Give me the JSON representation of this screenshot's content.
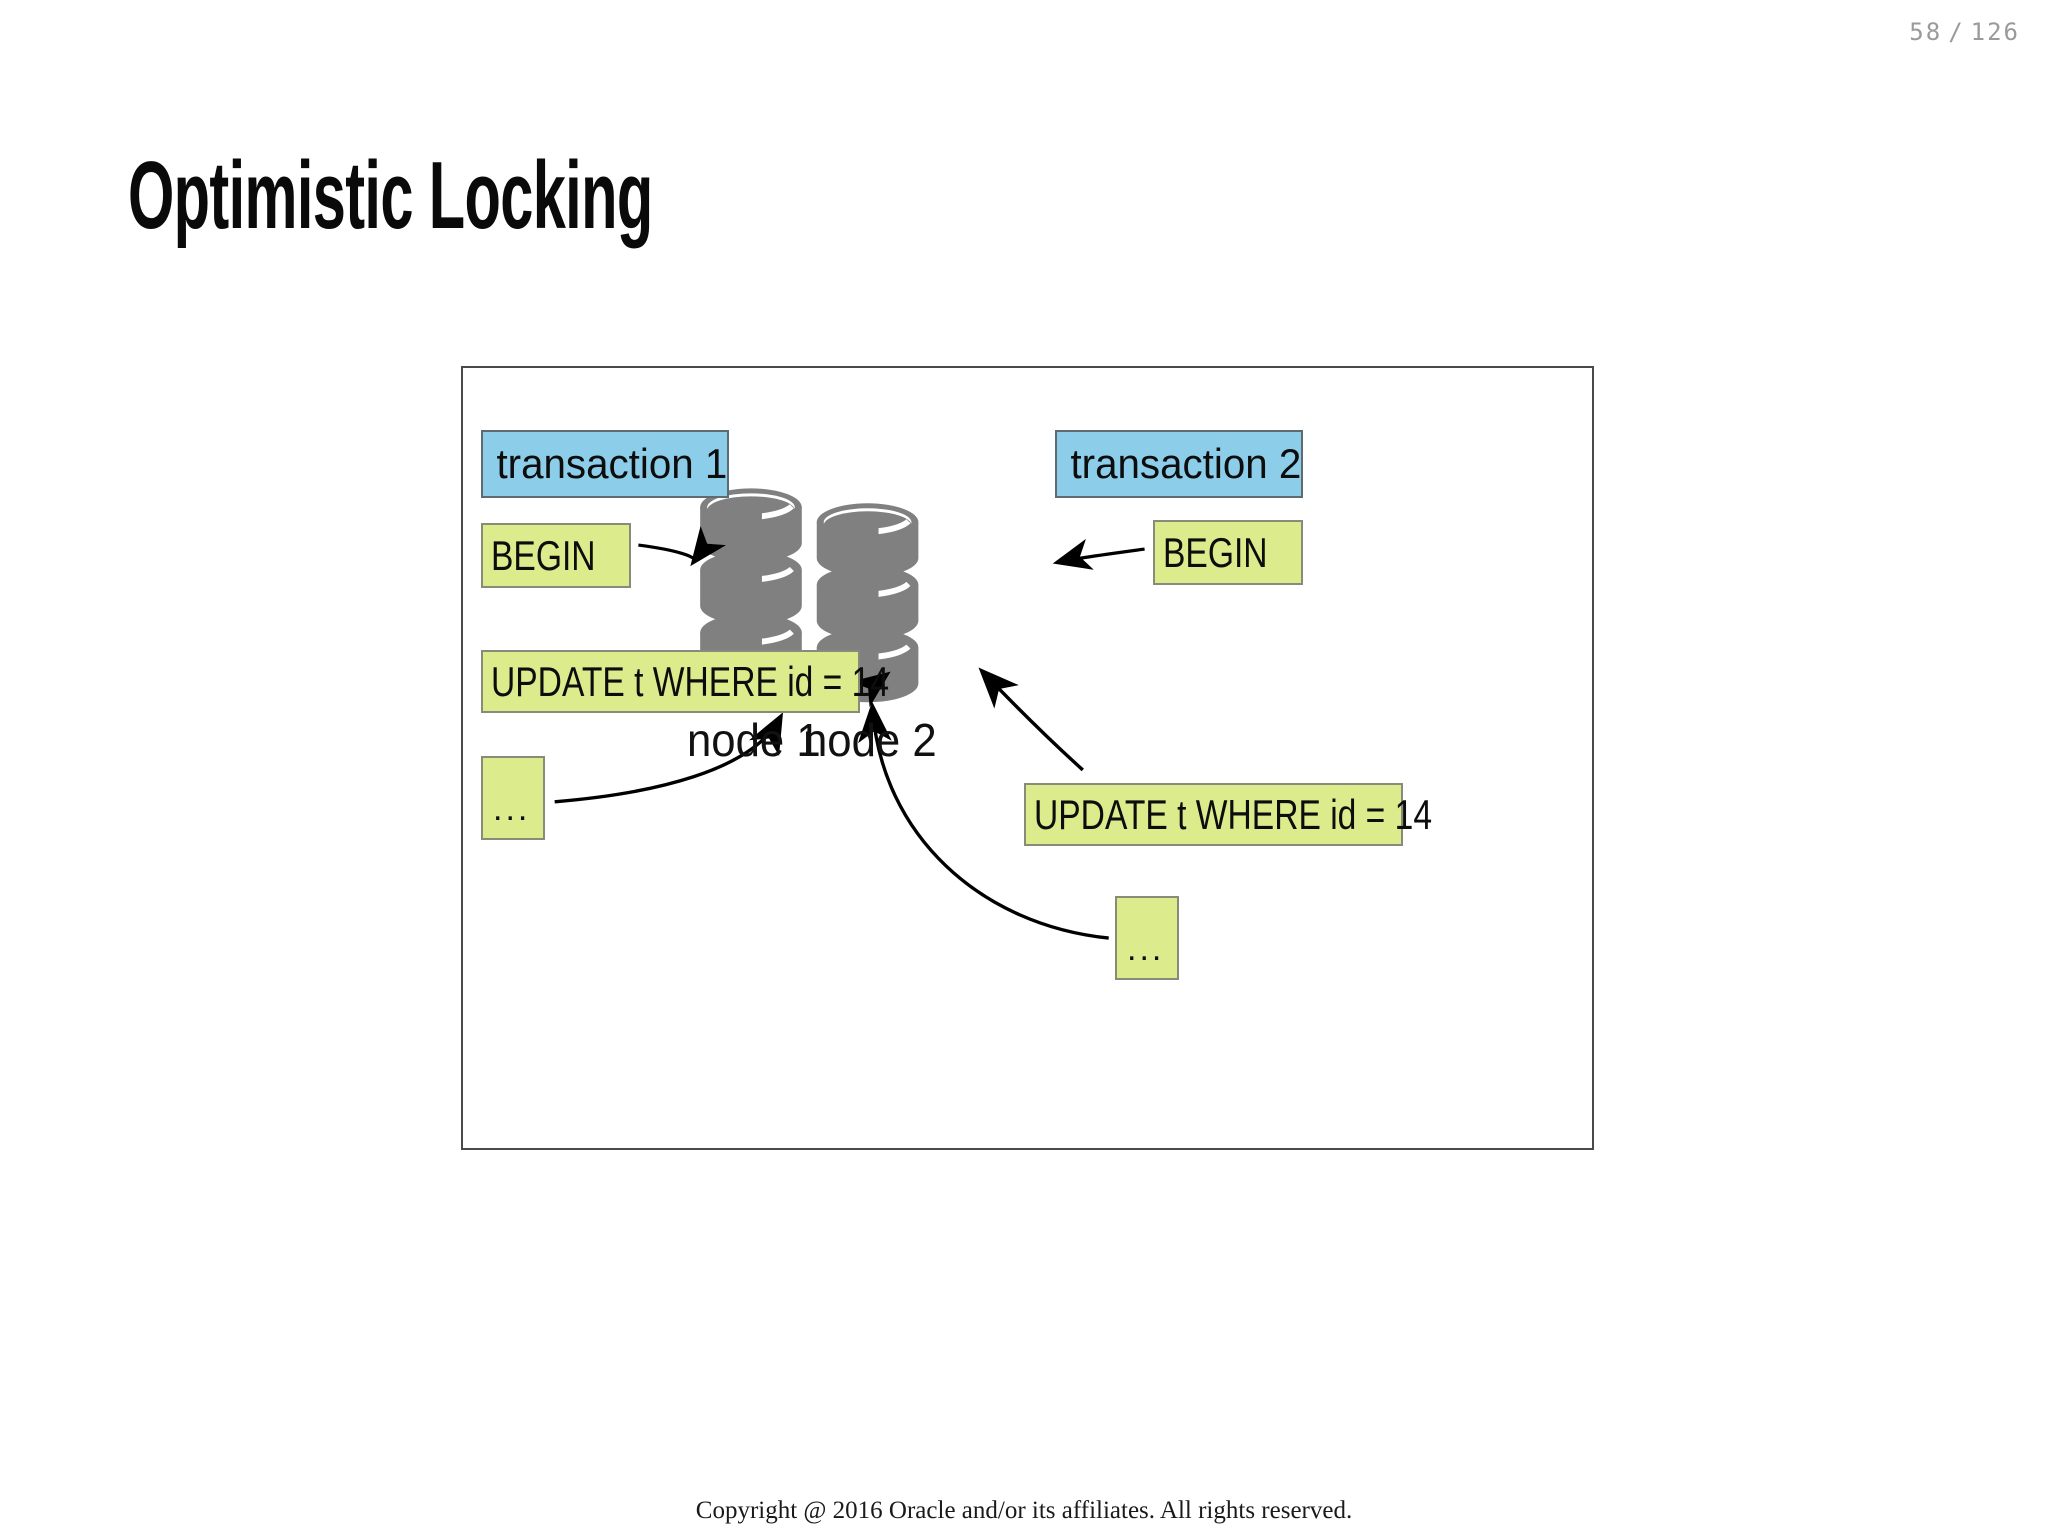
{
  "page": {
    "current": "58",
    "separator": "/",
    "total": "126"
  },
  "slide": {
    "title": "Optimistic Locking"
  },
  "footer": {
    "text": "Copyright @ 2016 Oracle and/or its affiliates. All rights reserved."
  },
  "diagram": {
    "transaction1_label": "transaction 1",
    "transaction2_label": "transaction 2",
    "begin1_label": "BEGIN",
    "begin2_label": "BEGIN",
    "update1_label": "UPDATE t WHERE id = 14",
    "update2_label": "UPDATE t WHERE id = 14",
    "ellipsis1_label": "...",
    "ellipsis2_label": "...",
    "node1_label": "node 1",
    "node2_label": "node 2"
  },
  "colors": {
    "transaction_box_fill": "#8ccdea",
    "statement_box_fill": "#dcec8d",
    "database_cylinder": "#808080",
    "frame_border": "#4a4a4a",
    "page_counter_text": "#9a9a9a",
    "arrow": "#000000"
  }
}
